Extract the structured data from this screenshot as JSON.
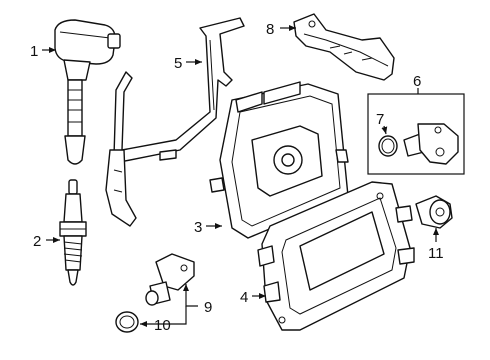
{
  "diagram": {
    "callouts": [
      "1",
      "2",
      "3",
      "4",
      "5",
      "6",
      "7",
      "8",
      "9",
      "10",
      "11"
    ]
  }
}
